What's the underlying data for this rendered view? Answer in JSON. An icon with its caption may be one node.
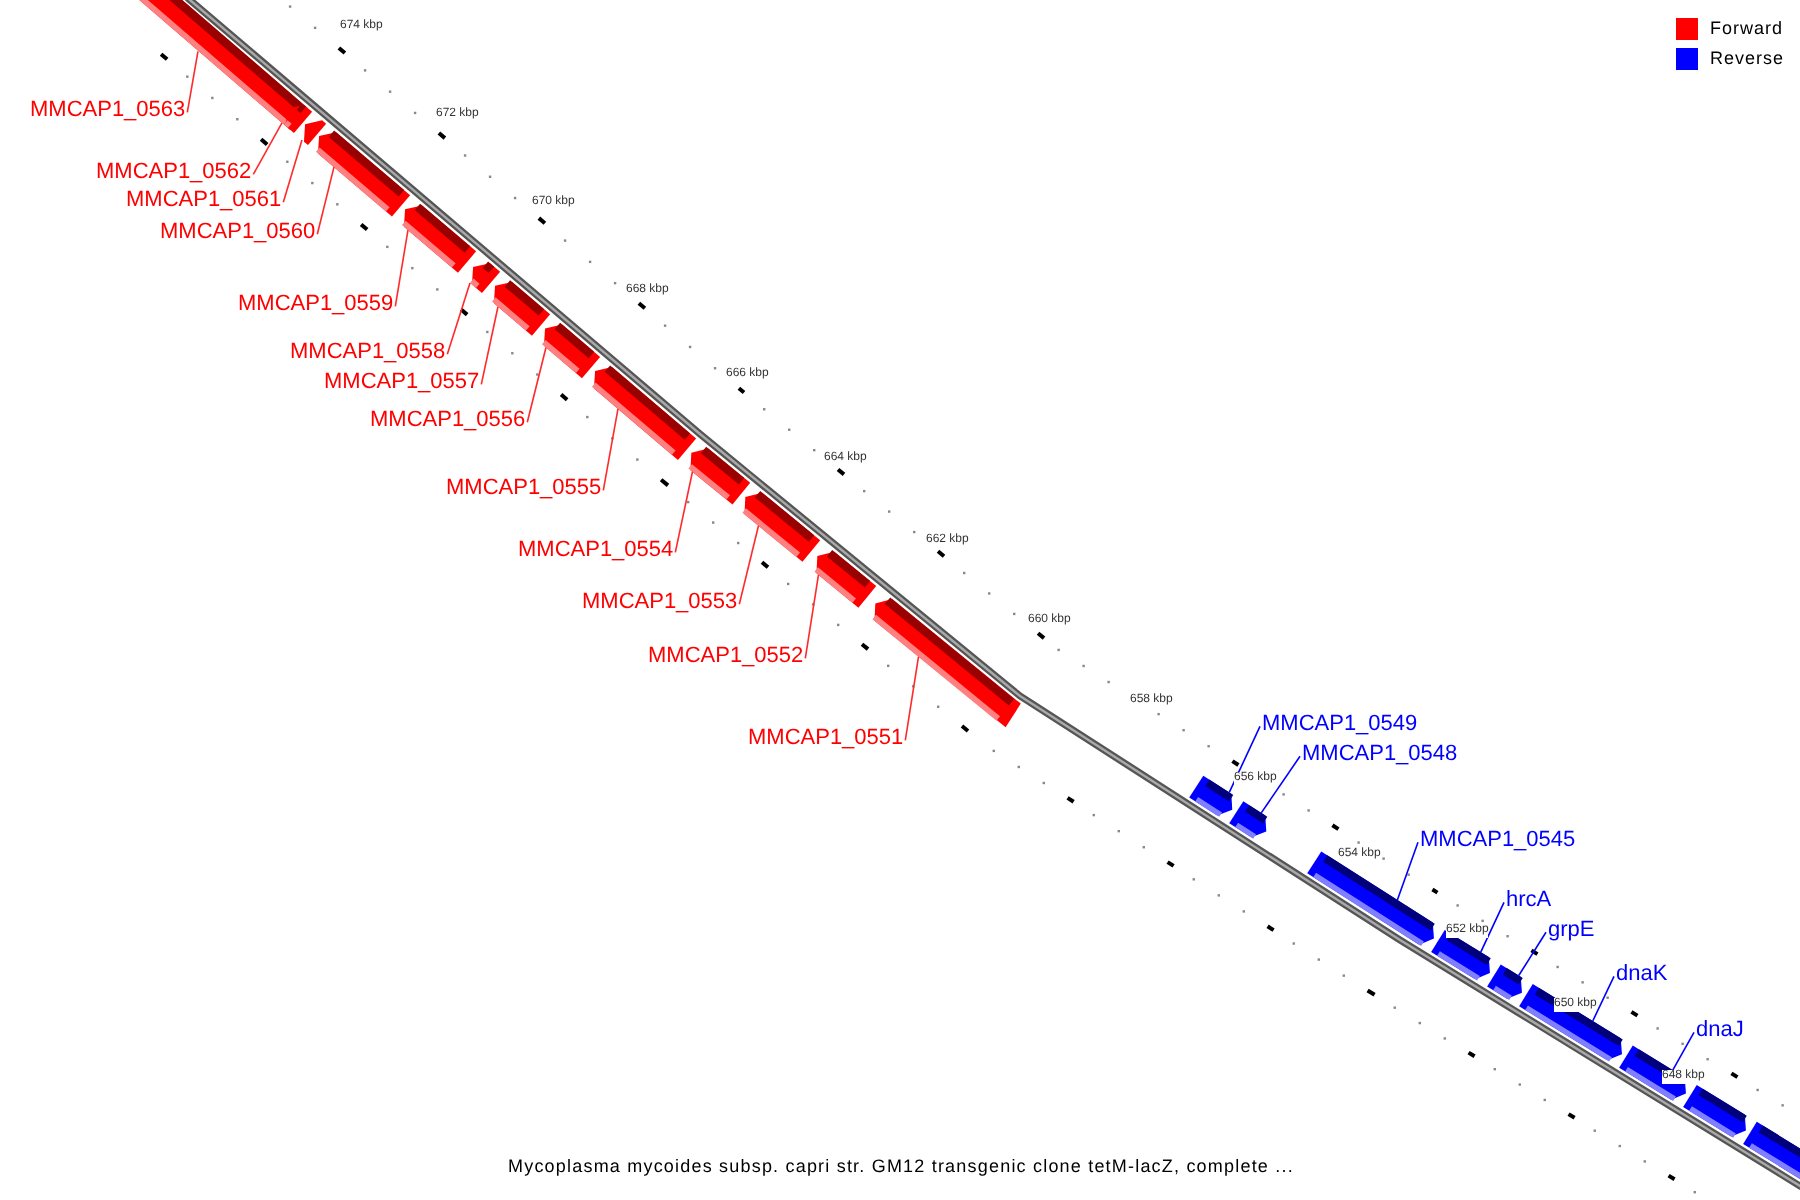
{
  "diagram": {
    "caption": "Mycoplasma mycoides subsp. capri str. GM12 transgenic clone tetM-lacZ, complete ...",
    "nodes": [
      {
        "text": [
          "MMCAP1_0563"
        ]
      },
      {
        "text": [],
        "shape": "bar"
      },
      {
        "text": [
          "MMCAP1_0562"
        ]
      },
      {
        "text": [],
        "shape": "bar"
      },
      {
        "text": [
          "MMCAP1_0561"
        ]
      },
      {
        "text": [],
        "shape": "bar"
      },
      {
        "text": [
          "MMCAP1_0560"
        ]
      },
      {
        "text": [],
        "shape": "bar"
      },
      {
        "text": [
          "MMCAP1_0559"
        ]
      },
      {
        "text": [],
        "shape": "bar"
      },
      {
        "text": [
          "MMCAP1_0558"
        ]
      },
      {
        "text": [],
        "shape": "bar"
      },
      {
        "text": [
          "MMCAP1_0557"
        ]
      },
      {
        "text": [],
        "shape": "bar"
      },
      {
        "text": [
          "MMCAP1_0556"
        ]
      },
      {
        "text": [],
        "shape": "bar"
      },
      {
        "text": [
          "MMCAP1_0555"
        ]
      },
      {
        "text": [],
        "shape": "bar"
      },
      {
        "text": [
          "MMCAP1_0554"
        ]
      },
      {
        "text": [],
        "shape": "bar"
      },
      {
        "text": [
          "MMCAP1_0553"
        ]
      },
      {
        "text": [],
        "shape": "bar"
      },
      {
        "text": [
          "MMCAP1_0552"
        ]
      },
      {
        "text": [],
        "shape": "bar"
      },
      {
        "text": [
          "MMCAP1_0551"
        ]
      },
      {
        "text": [],
        "shape": "bar"
      },
      {
        "text": [
          "MMCAP1_0549"
        ]
      },
      {
        "text": [],
        "shape": "bar"
      },
      {
        "text": [
          "MMCAP1_0548"
        ]
      },
      {
        "text": [],
        "shape": "bar"
      },
      {
        "text": [
          "MMCAP1_0545"
        ]
      },
      {
        "text": [],
        "shape": "bar"
      },
      {
        "text": [
          "hrcA"
        ]
      },
      {
        "text": [],
        "shape": "bar"
      },
      {
        "text": [
          "grpE"
        ]
      },
      {
        "text": [],
        "shape": "bar"
      },
      {
        "text": [
          "dnaK"
        ]
      },
      {
        "text": [],
        "shape": "bar"
      },
      {
        "text": [
          "dnaJ"
        ]
      },
      {
        "text": [],
        "shape": "bar"
      },
      {
        "text": [],
        "shape": "bar"
      },
      {
        "text": [],
        "shape": "bar"
      }
    ],
    "edges": [
      {
        "from": 0,
        "to": 1,
        "arrow": "none"
      },
      {
        "from": 2,
        "to": 3,
        "arrow": "none"
      },
      {
        "from": 4,
        "to": 5,
        "arrow": "none"
      },
      {
        "from": 6,
        "to": 7,
        "arrow": "none"
      },
      {
        "from": 8,
        "to": 9,
        "arrow": "none"
      },
      {
        "from": 10,
        "to": 11,
        "arrow": "none"
      },
      {
        "from": 12,
        "to": 13,
        "arrow": "none"
      },
      {
        "from": 14,
        "to": 15,
        "arrow": "none"
      },
      {
        "from": 16,
        "to": 17,
        "arrow": "none"
      },
      {
        "from": 18,
        "to": 19,
        "arrow": "none"
      },
      {
        "from": 20,
        "to": 21,
        "arrow": "none"
      },
      {
        "from": 22,
        "to": 23,
        "arrow": "none"
      },
      {
        "from": 24,
        "to": 25,
        "arrow": "none"
      },
      {
        "from": 26,
        "to": 27,
        "arrow": "none",
        "color": "#0000ff"
      },
      {
        "from": 28,
        "to": 29,
        "arrow": "none",
        "color": "#0000ff"
      },
      {
        "from": 30,
        "to": 31,
        "arrow": "none",
        "color": "#0000ff"
      },
      {
        "from": 32,
        "to": 33,
        "arrow": "none",
        "color": "#0000ff"
      },
      {
        "from": 34,
        "to": 35,
        "arrow": "none",
        "color": "#0000ff"
      },
      {
        "from": 36,
        "to": 37,
        "arrow": "none",
        "color": "#0000ff"
      },
      {
        "from": 38,
        "to": 39,
        "arrow": "none",
        "color": "#0000ff"
      }
    ],
    "labels": [
      "674 kbp",
      "672 kbp",
      "670 kbp",
      "668 kbp",
      "666 kbp",
      "664 kbp",
      "662 kbp",
      "660 kbp",
      "658 kbp",
      "656 kbp",
      "654 kbp",
      "652 kbp",
      "650 kbp",
      "648 kbp"
    ],
    "legend": [
      {
        "text": "Forward",
        "color": "#ff0000"
      },
      {
        "text": "Reverse",
        "color": "#0000ff"
      }
    ]
  }
}
